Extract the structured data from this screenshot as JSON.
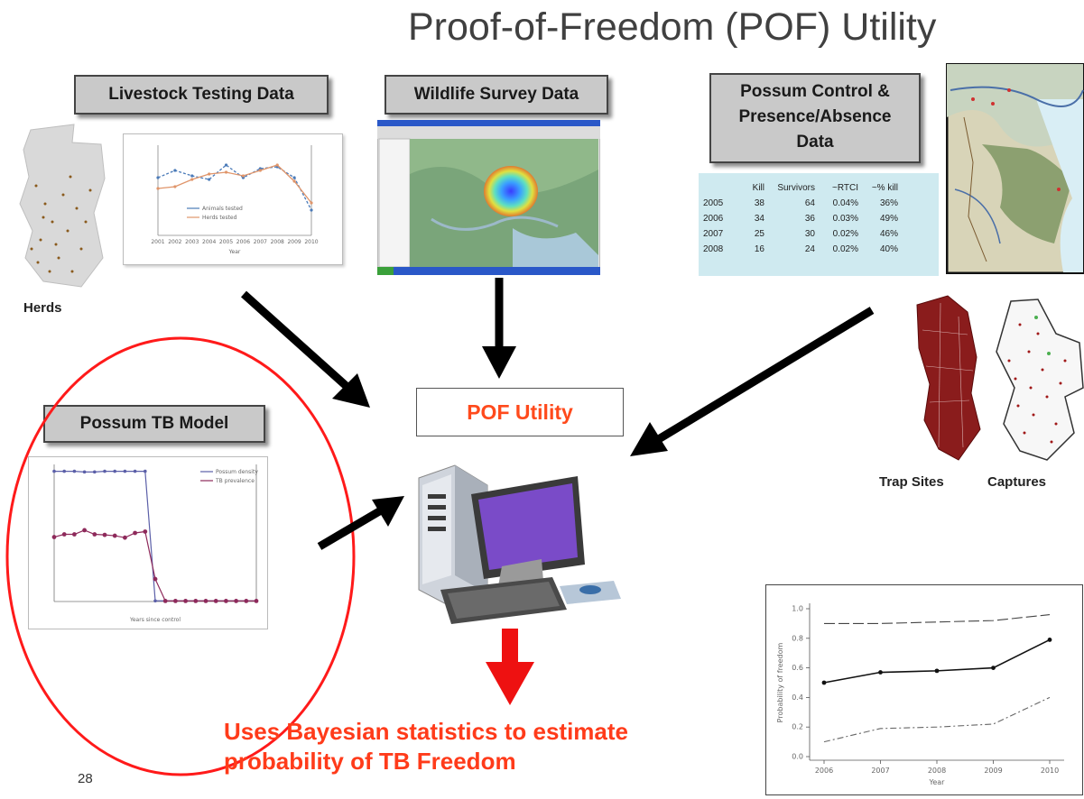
{
  "page": {
    "title": "Proof-of-Freedom (POF) Utility",
    "page_number": "28",
    "conclusion_line1": "Uses Bayesian statistics to estimate",
    "conclusion_line2": "probability of TB Freedom",
    "center_box": "POF Utility"
  },
  "sources": {
    "livestock": "Livestock Testing Data",
    "wildlife": "Wildlife Survey Data",
    "possum_control_line1": "Possum Control &",
    "possum_control_line2": "Presence/Absence",
    "possum_control_line3": "Data",
    "model": "Possum TB Model"
  },
  "labels": {
    "herds": "Herds",
    "trap_sites": "Trap Sites",
    "captures": "Captures"
  },
  "possum_table": {
    "headers": [
      "",
      "Kill",
      "Survivors",
      "~RTCI",
      "~% kill"
    ],
    "rows": [
      [
        "2005",
        "38",
        "64",
        "0.04%",
        "36%"
      ],
      [
        "2006",
        "34",
        "36",
        "0.03%",
        "49%"
      ],
      [
        "2007",
        "25",
        "30",
        "0.02%",
        "46%"
      ],
      [
        "2008",
        "16",
        "24",
        "0.02%",
        "40%"
      ]
    ]
  },
  "colors": {
    "accent_red": "#ff3b1a",
    "box_grey": "#c9c9c9",
    "table_bg": "#cfeaf0",
    "possum_density": "#5b5fa8",
    "tb_prevalence": "#8e2a5b"
  },
  "chart_data": [
    {
      "type": "line",
      "x": [
        "2001",
        "2002",
        "2003",
        "2004",
        "2005",
        "2006",
        "2007",
        "2008",
        "2009",
        "2010"
      ],
      "series": [
        {
          "name": "Animals tested",
          "values": [
            3200,
            3600,
            3300,
            3100,
            3900,
            3200,
            3700,
            3800,
            3200,
            1400
          ]
        },
        {
          "name": "Herds tested",
          "values": [
            2600,
            2700,
            3100,
            3400,
            3500,
            3300,
            3600,
            3900,
            3000,
            1800
          ]
        }
      ],
      "ylim": [
        0,
        5000
      ],
      "xlabel": "Year"
    },
    {
      "type": "line",
      "x": [
        -10,
        -9,
        -8,
        -7,
        -6,
        -5,
        -4,
        -3,
        -2,
        -1,
        0,
        1,
        2,
        3,
        4,
        5,
        6,
        7,
        8,
        9,
        10
      ],
      "series": [
        {
          "name": "Possum density",
          "values": [
            9.5,
            9.5,
            9.5,
            9.45,
            9.45,
            9.5,
            9.5,
            9.5,
            9.5,
            9.5,
            0.05,
            0.05,
            0.05,
            0.05,
            0.05,
            0.05,
            0.05,
            0.05,
            0.05,
            0.05,
            0.05
          ]
        },
        {
          "name": "TB prevalence",
          "values": [
            0.0235,
            0.0245,
            0.0245,
            0.026,
            0.0245,
            0.0243,
            0.024,
            0.0233,
            0.025,
            0.0255,
            0.0082,
            0.0002,
            0.0002,
            0.0002,
            0.0002,
            0.0002,
            0.0002,
            0.0002,
            0.0002,
            0.0002,
            0.0002
          ]
        }
      ],
      "xlabel": "Years since control",
      "ylim": [
        0,
        10
      ],
      "y2lim": [
        0,
        0.05
      ],
      "legend": "top-right"
    },
    {
      "type": "line",
      "x": [
        2006,
        2007,
        2008,
        2009,
        2010
      ],
      "series": [
        {
          "values": [
            0.5,
            0.57,
            0.58,
            0.6,
            0.79
          ]
        },
        {
          "values": [
            0.9,
            0.9,
            0.91,
            0.92,
            0.96
          ]
        },
        {
          "values": [
            0.1,
            0.19,
            0.2,
            0.22,
            0.4
          ]
        }
      ],
      "ylim": [
        0,
        1
      ],
      "yticks": [
        "0.0",
        "0.2",
        "0.4",
        "0.6",
        "0.8",
        "1.0"
      ],
      "xlabel": "Year",
      "ylabel": "Probability of freedom"
    }
  ]
}
